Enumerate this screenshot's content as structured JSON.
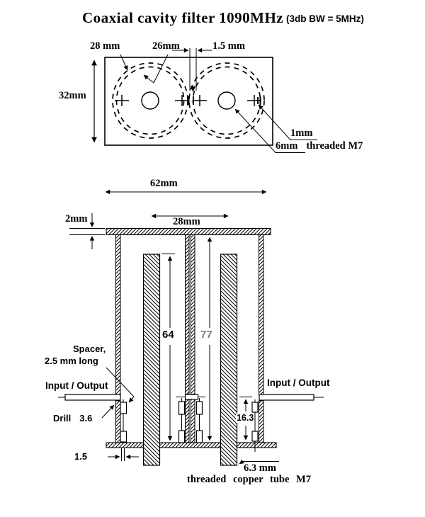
{
  "title": {
    "text": "Coaxial cavity filter 1090MHz",
    "bandwidth_note": "(3db BW = 5MHz)"
  },
  "top_view": {
    "rod_dia_label": "28 mm",
    "cavity_dia_label": "26mm",
    "wall_thickness_label": "1.5 mm",
    "cavity_width_label": "32mm",
    "edge_gap_label": "1mm",
    "hole_dia_label": "6mm",
    "hole_thread_label": "threaded M7"
  },
  "section_view": {
    "overall_width_label": "62mm",
    "rod_spacing_label": "28mm",
    "lid_thickness_label": "2mm",
    "rod_length_label": "64",
    "cavity_depth_label": "77",
    "probe_depth_label": "16.3",
    "spacer_line1": "Spacer,",
    "spacer_line2": "2.5 mm long",
    "input_output_left_label": "Input / Output",
    "input_output_right_label": "Input / Output",
    "drill_word": "Drill",
    "drill_size": "3.6",
    "wire_gap_label": "1.5",
    "tube_dia_label": "6.3 mm",
    "tube_desc_label": "threaded copper tube M7"
  },
  "colors": {
    "ink": "#000000",
    "dim_secondary": "#7d7d7d",
    "background": "#ffffff"
  }
}
